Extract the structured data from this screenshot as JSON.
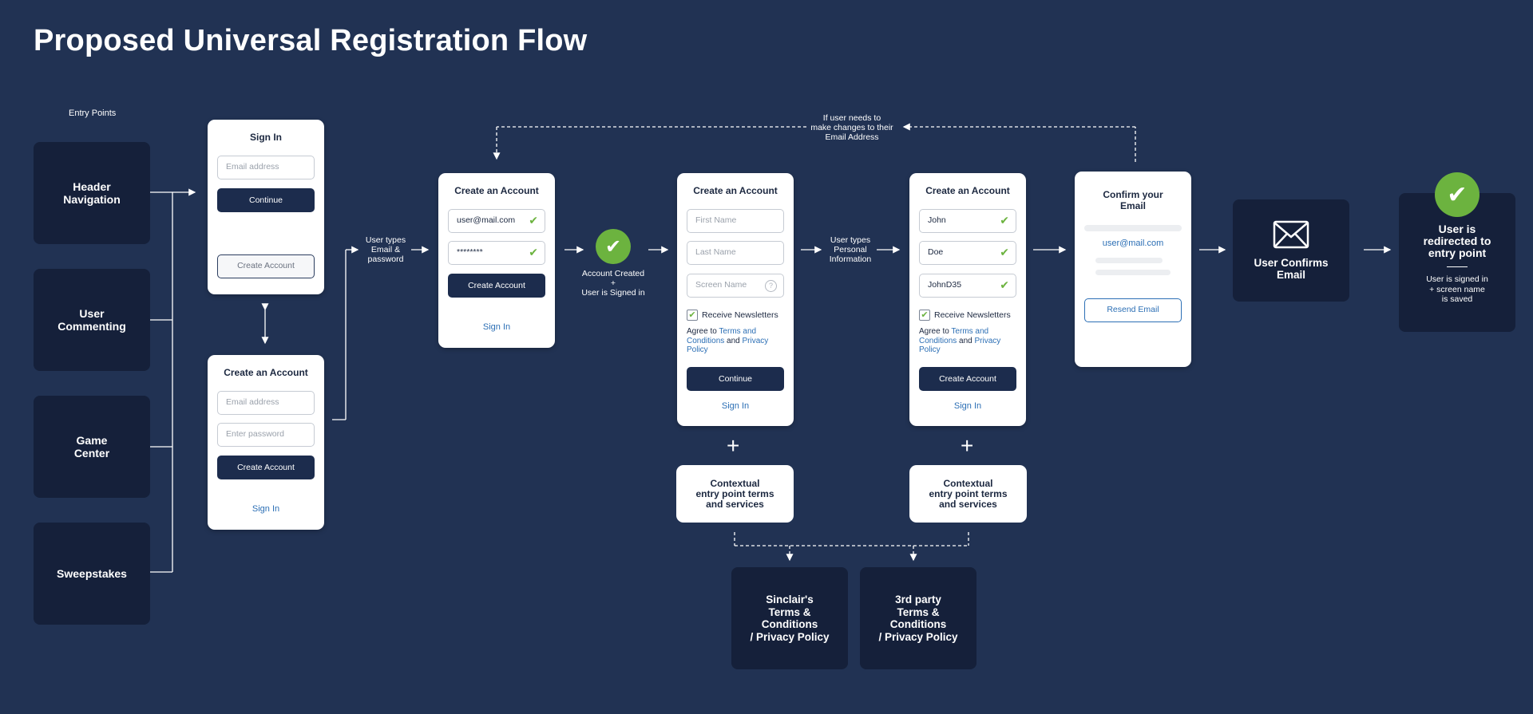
{
  "title": "Proposed Universal Registration Flow",
  "entry_points": {
    "caption": "Entry Points",
    "items": [
      "Header\nNavigation",
      "User\nCommenting",
      "Game\nCenter",
      "Sweepstakes"
    ]
  },
  "sign_in_card": {
    "title": "Sign In",
    "email_placeholder": "Email address",
    "continue": "Continue",
    "create_account": "Create Account"
  },
  "create_account_card": {
    "title": "Create an Account",
    "email_placeholder": "Email address",
    "password_placeholder": "Enter password",
    "create_account": "Create Account",
    "sign_in": "Sign In"
  },
  "notes": {
    "types_email": "User types\nEmail &\npassword",
    "account_created": "Account Created\n+\nUser is Signed in",
    "types_personal": "User types\nPersonal\nInformation",
    "change_email": "If user needs to\nmake changes to their\nEmail Address"
  },
  "account_filled_card": {
    "title": "Create an Account",
    "email_value": "user@mail.com",
    "password_value": "********",
    "create_account": "Create Account",
    "sign_in": "Sign In"
  },
  "personal_info_card": {
    "title": "Create an Account",
    "first_name_placeholder": "First Name",
    "last_name_placeholder": "Last Name",
    "screen_name_placeholder": "Screen Name",
    "help": "?",
    "newsletter": "Receive Newsletters",
    "agree_to": "Agree to",
    "terms": "Terms and Conditions",
    "and": "and",
    "privacy": "Privacy Policy",
    "continue": "Continue",
    "sign_in": "Sign In"
  },
  "personal_filled_card": {
    "title": "Create an Account",
    "first_name_value": "John",
    "last_name_value": "Doe",
    "screen_name_value": "JohnD35",
    "newsletter": "Receive Newsletters",
    "agree_to": "Agree to",
    "terms": "Terms and Conditions",
    "and": "and",
    "privacy": "Privacy Policy",
    "create_account": "Create Account",
    "sign_in": "Sign In"
  },
  "confirm_card": {
    "title": "Confirm your\nEmail",
    "email": "user@mail.com",
    "resend": "Resend Email"
  },
  "contextual_terms": "Contextual\nentry point terms\nand services",
  "plus": "+",
  "sinclair_terms": "Sinclair's\nTerms &\nConditions\n/ Privacy Policy",
  "third_party_terms": "3rd party\nTerms &\nConditions\n/ Privacy Policy",
  "user_confirms": "User Confirms\nEmail",
  "redirect": {
    "title": "User is\nredirected to\nentry point",
    "detail": "User is signed in\n+  screen name\n     is saved"
  },
  "colors": {
    "background": "#213253",
    "dark_box": "#15203a",
    "button": "#1c2c4d",
    "link": "#2c6fb5",
    "success": "#6cb33f"
  },
  "icons": [
    "check-icon",
    "envelope-icon",
    "help-icon",
    "plus-icon"
  ]
}
